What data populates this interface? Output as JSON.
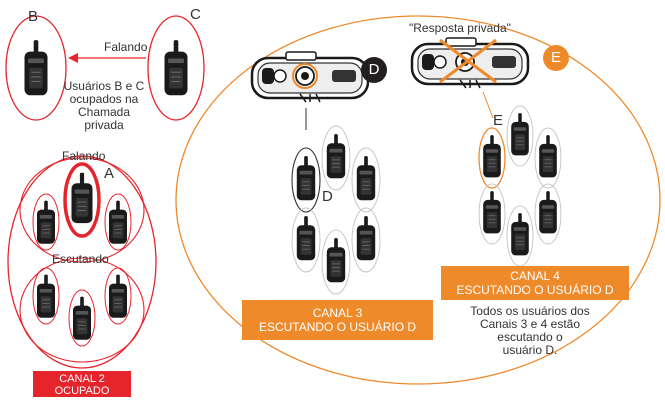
{
  "labels": {
    "user_b": "B",
    "user_c": "C",
    "user_a": "A",
    "user_d_left": "D",
    "user_e_left": "E"
  },
  "left_panel": {
    "arrow_label": "Falando",
    "busy_note": [
      "Usuários B e C",
      "ocupados na",
      "Chamada",
      "privada"
    ],
    "talking_label": "Falando",
    "listening_label": "Escutando",
    "channel2_banner": [
      "CANAL 2",
      "OCUPADO"
    ]
  },
  "right_panel": {
    "badge_d": "D",
    "badge_e": "E",
    "private_reply_label": "\"Resposta privada\"",
    "channel3_banner": [
      "CANAL 3",
      "ESCUTANDO O USUÁRIO D"
    ],
    "channel4_banner": [
      "CANAL 4",
      "ESCUTANDO O USUÁRIO D"
    ],
    "all_listening_note": [
      "Todos os usuários dos",
      "Canais 3 e 4 estão",
      "escutando o",
      "usuário D."
    ]
  },
  "colors": {
    "red": "#e5242b",
    "orange": "#ef8a2b",
    "black_badge": "#231f20",
    "circle_gray": "#c8c8c8"
  },
  "icons": [
    "radio-icon",
    "radio-top-view-icon",
    "arrow-left-icon",
    "cross-icon"
  ]
}
